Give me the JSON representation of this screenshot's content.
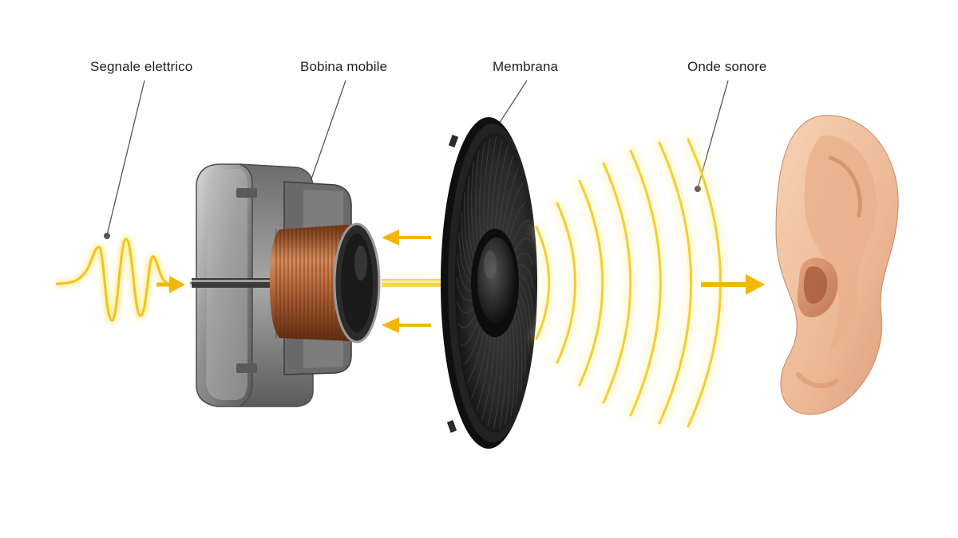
{
  "labels": {
    "electrical_signal": "Segnale elettrico",
    "voice_coil": "Bobina mobile",
    "membrane": "Membrana",
    "sound_waves": "Onde sonore"
  },
  "colors": {
    "background": "#ffffff",
    "signal_yellow": "#f5c21b",
    "arrow_yellow": "#f2b705",
    "copper": "#b8673a",
    "metal": "#9a9a9a",
    "membrane_black": "#1e1e1e",
    "skin": "#f2c4a4",
    "leader_line": "#555555"
  },
  "icons": [
    "electrical-waveform-icon",
    "magnet-icon",
    "voice-coil-icon",
    "speaker-membrane-icon",
    "sound-wave-icon",
    "ear-icon",
    "arrow-right-icon",
    "arrow-left-icon"
  ]
}
